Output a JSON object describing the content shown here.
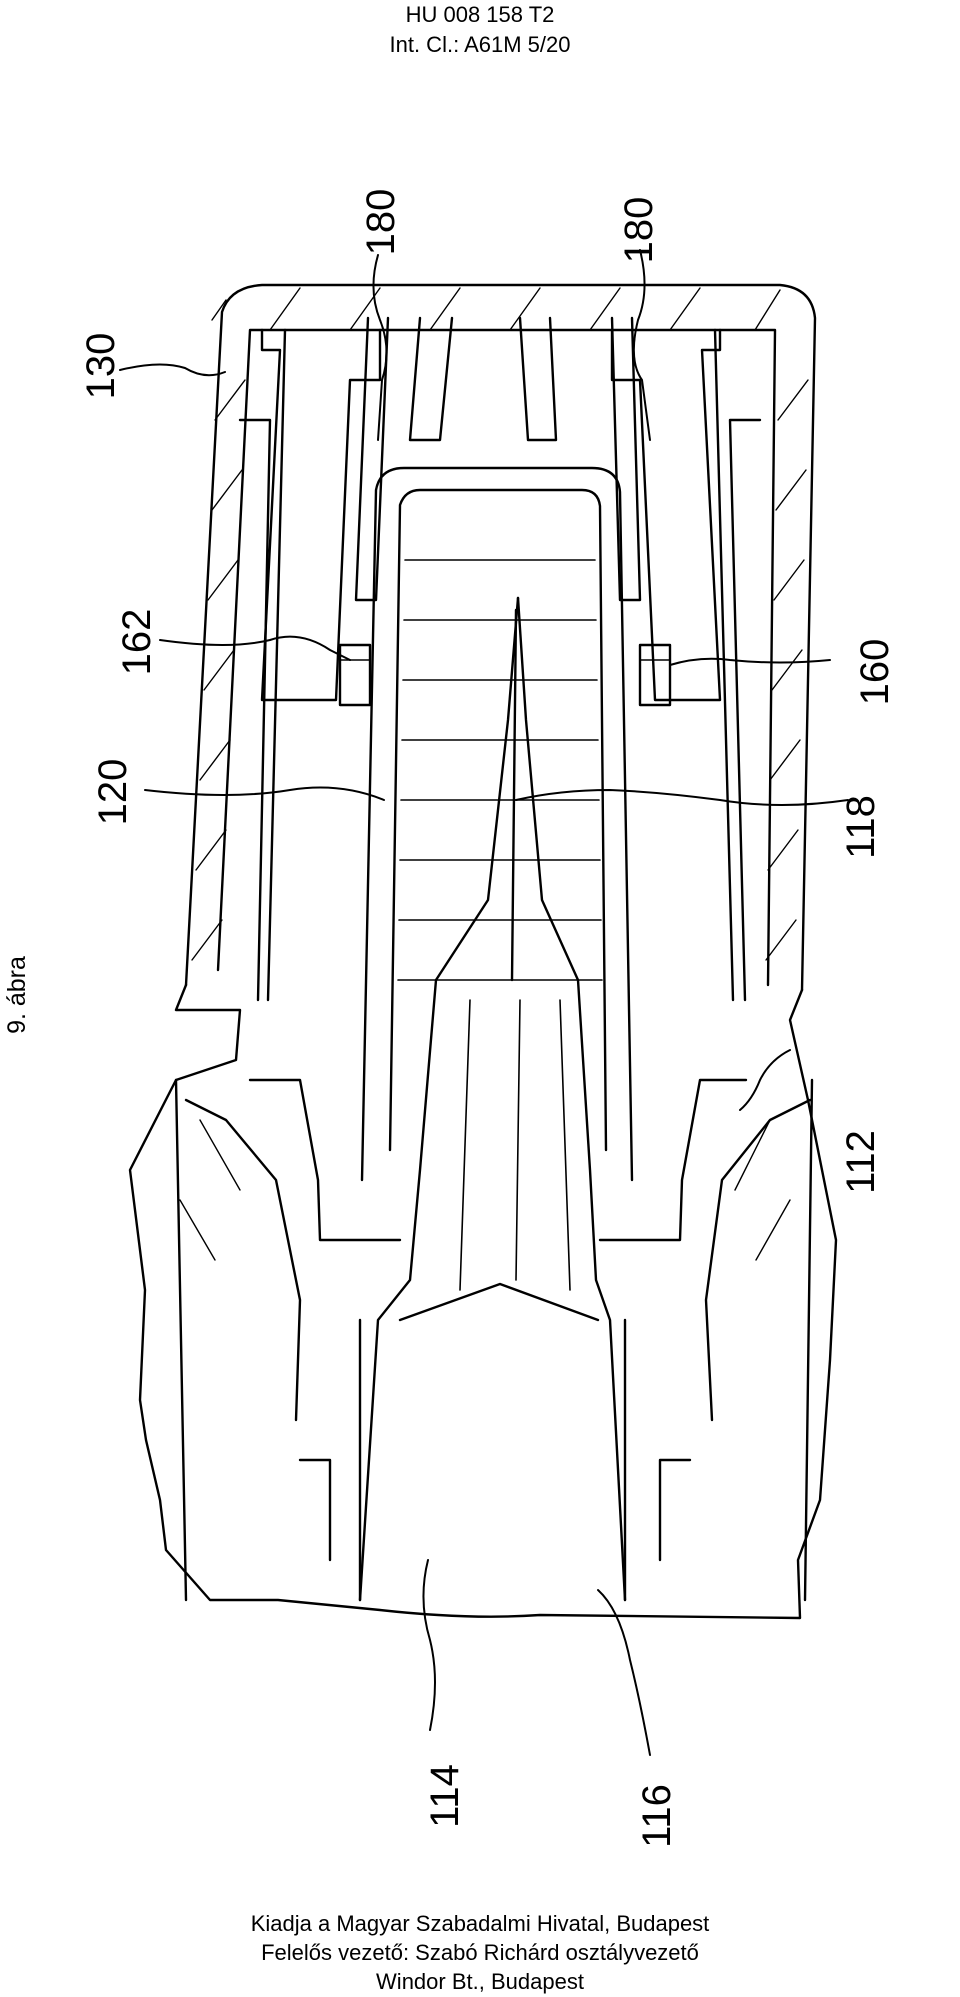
{
  "header": {
    "patent_number": "HU 008 158 T2",
    "classification": "Int. Cl.: A61M 5/20"
  },
  "figure": {
    "label": "9. ábra",
    "reference_numerals": [
      "130",
      "180",
      "180",
      "162",
      "120",
      "118",
      "160",
      "112",
      "114",
      "116"
    ]
  },
  "footer": {
    "line1": "Kiadja a Magyar Szabadalmi Hivatal, Budapest",
    "line2": "Felelős vezető: Szabó Richárd osztályvezető",
    "line3": "Windor Bt., Budapest"
  }
}
